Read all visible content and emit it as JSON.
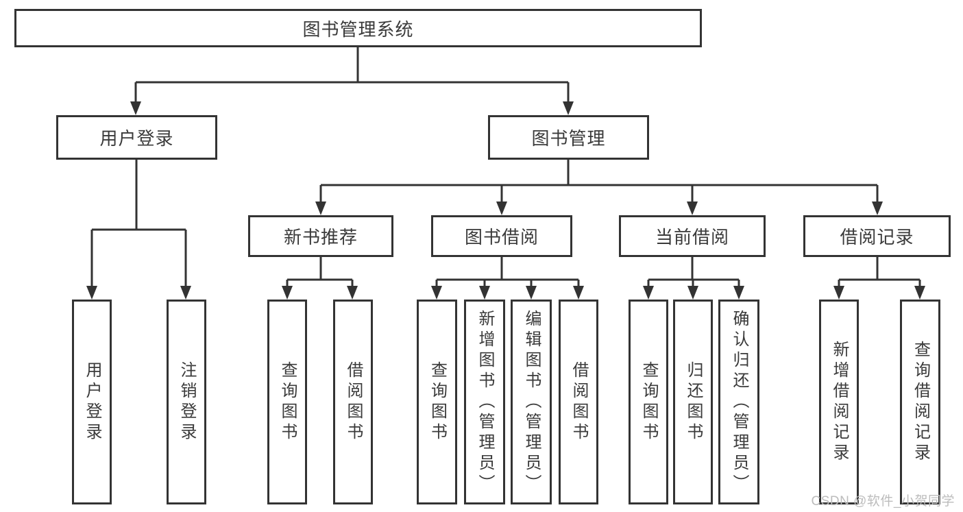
{
  "diagram": {
    "root": {
      "label": "图书管理系统"
    },
    "branches": [
      {
        "label": "用户登录",
        "leaves": [
          "用户登录",
          "注销登录"
        ]
      },
      {
        "label": "图书管理",
        "groups": [
          {
            "label": "新书推荐",
            "leaves": [
              "查询图书",
              "借阅图书"
            ]
          },
          {
            "label": "图书借阅",
            "leaves": [
              "查询图书",
              "新增图书（管理员）",
              "编辑图书（管理员）",
              "借阅图书"
            ]
          },
          {
            "label": "当前借阅",
            "leaves": [
              "查询图书",
              "归还图书",
              "确认归还（管理员）"
            ]
          },
          {
            "label": "借阅记录",
            "leaves": [
              "新增借阅记录",
              "查询借阅记录"
            ]
          }
        ]
      }
    ]
  },
  "watermark": {
    "text": "CSDN @软件_小贺同学"
  },
  "colors": {
    "line": "#333333",
    "text": "#3a3a3a",
    "watermark": "#bcbcbc",
    "background": "#ffffff"
  }
}
